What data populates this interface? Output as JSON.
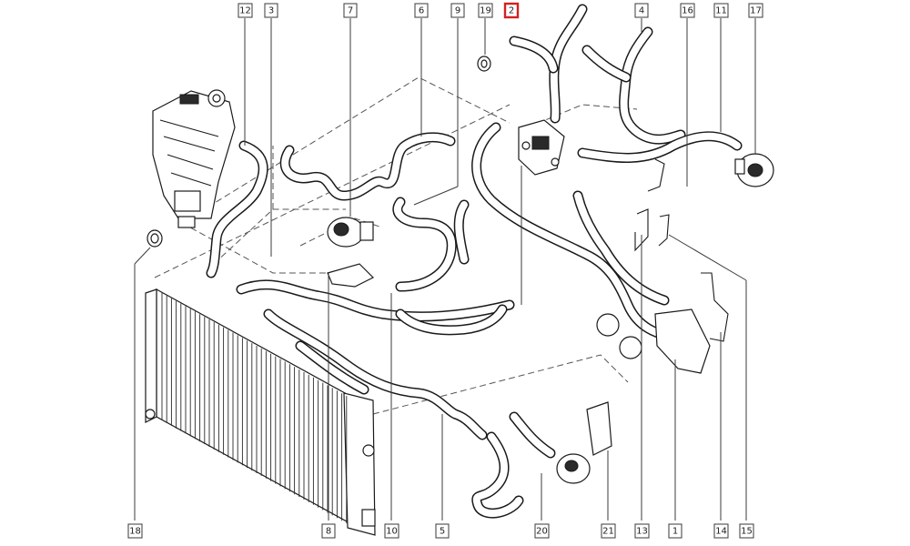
{
  "callouts": [
    {
      "id": "12",
      "label": "12",
      "selected": false
    },
    {
      "id": "3",
      "label": "3",
      "selected": false
    },
    {
      "id": "7",
      "label": "7",
      "selected": false
    },
    {
      "id": "6",
      "label": "6",
      "selected": false
    },
    {
      "id": "9",
      "label": "9",
      "selected": false
    },
    {
      "id": "19",
      "label": "19",
      "selected": false
    },
    {
      "id": "2",
      "label": "2",
      "selected": true
    },
    {
      "id": "4",
      "label": "4",
      "selected": false
    },
    {
      "id": "16",
      "label": "16",
      "selected": false
    },
    {
      "id": "11",
      "label": "11",
      "selected": false
    },
    {
      "id": "17",
      "label": "17",
      "selected": false
    },
    {
      "id": "18",
      "label": "18",
      "selected": false
    },
    {
      "id": "8",
      "label": "8",
      "selected": false
    },
    {
      "id": "10",
      "label": "10",
      "selected": false
    },
    {
      "id": "5",
      "label": "5",
      "selected": false
    },
    {
      "id": "20",
      "label": "20",
      "selected": false
    },
    {
      "id": "21",
      "label": "21",
      "selected": false
    },
    {
      "id": "13",
      "label": "13",
      "selected": false
    },
    {
      "id": "1",
      "label": "1",
      "selected": false
    },
    {
      "id": "14",
      "label": "14",
      "selected": false
    },
    {
      "id": "15",
      "label": "15",
      "selected": false
    }
  ],
  "colors": {
    "line": "#1a1a1a",
    "callout_border": "#4a4a4a",
    "selected_border": "#d42020",
    "background": "#ffffff"
  }
}
